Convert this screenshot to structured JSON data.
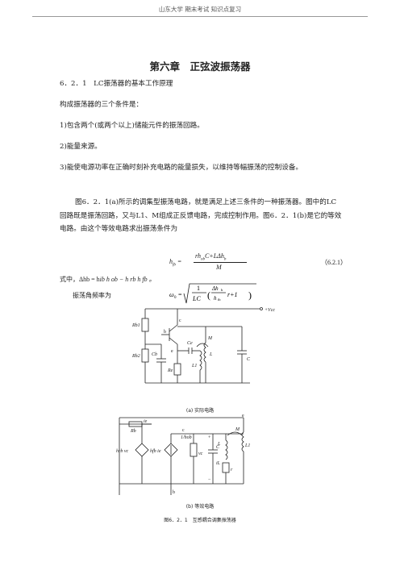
{
  "header": {
    "text": "山东大学 期末考试 知识点复习"
  },
  "title": "第六章　正弦波振荡器",
  "section": "6．2．1　LC振荡器的基本工作原理",
  "paragraphs": [
    "构成振荡器的三个条件是：",
    "1)包含两个(或两个以上)储能元件的振荡回路。",
    "2)能量来源。",
    "3)能使电源功率在正确时刻补充电路的能量损失，以维持等幅振荡的控制设备。",
    "图6．2．1(a)所示的调集型振荡电路，就是满足上述三条件的一种振荡器。图中的LC回路既是振荡回路，又与L1、M组成正反馈电路，完成控制作用。图6．2．1(b)是它的等效电路。由这个等效电路求出振荡条件为"
  ],
  "formula1": {
    "lhs": "h",
    "lhs_sub": "fb",
    "equals": "=",
    "numerator": "rh",
    "numerator_sub": "ob",
    "numerator_rest": "C+LΔh",
    "numerator_rest_sub": "b",
    "denominator": "M",
    "number": "（6.2.1）"
  },
  "where_text": "式中，Δh",
  "where_expr": "b = h",
  "where_rest": "ib h ob − h rb h fb 。",
  "freq_label": "振荡角频率为",
  "formula2": {
    "lhs": "ω",
    "lhs_sub": "0",
    "eq": "=",
    "inner_top": "1",
    "inner_bottom": "LC",
    "frac2_top": "Δh",
    "frac2_sub": "b",
    "frac2_bottom": "h",
    "frac2_bottom_sub": "ib",
    "tail": "r+1"
  },
  "circuit_a": {
    "labels": [
      "Rb1",
      "Rb2",
      "Cb",
      "b",
      "c",
      "e",
      "Ce",
      "Re",
      "M",
      "L1",
      "L",
      "C",
      "+Vcc"
    ],
    "caption": "(a) 实际电路"
  },
  "circuit_b": {
    "labels": [
      "e",
      "Rb",
      "ie",
      "c",
      "hrb vc",
      "hfb ie",
      "1/hob",
      "vc",
      "C",
      "L1",
      "L",
      "r",
      "M",
      "b",
      "+",
      "−",
      "iL"
    ],
    "caption": "(b) 等效电路"
  },
  "figure_caption": "图6．2．1　互感耦合调集振荡器"
}
